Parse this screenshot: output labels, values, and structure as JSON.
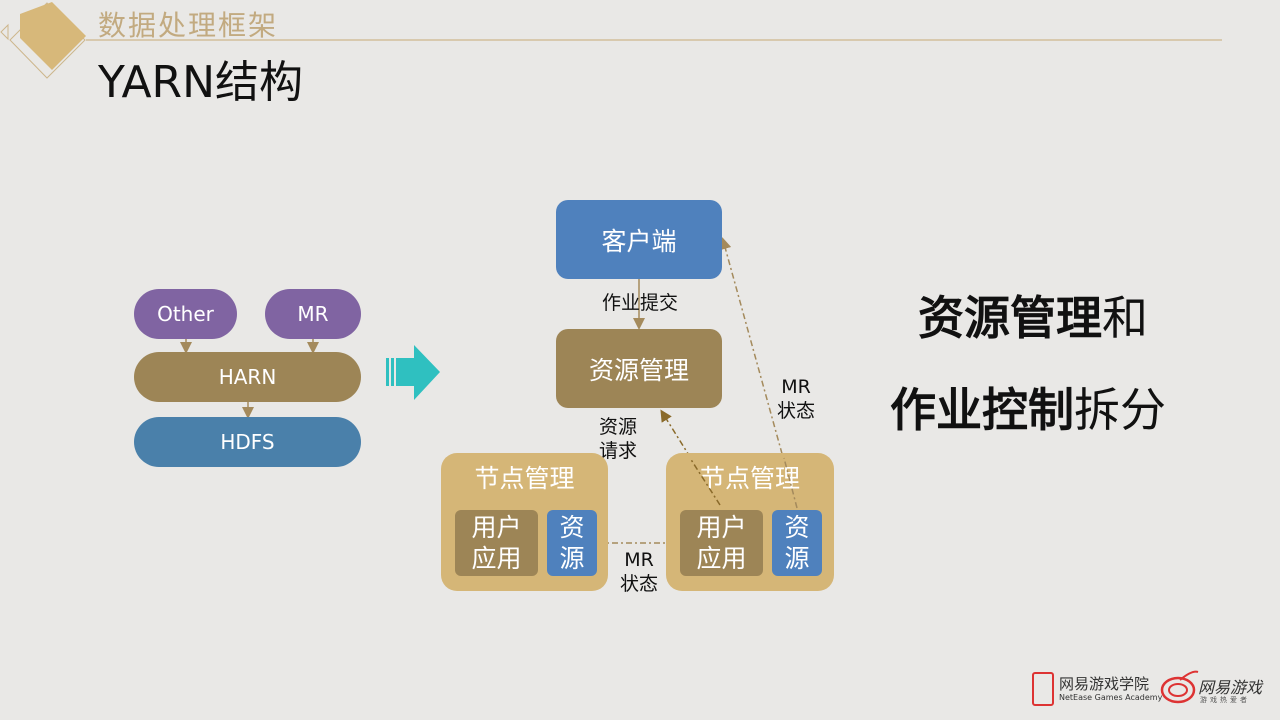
{
  "header": {
    "subtitle": "数据处理框架",
    "title": "YARN结构"
  },
  "left_stack": {
    "other": "Other",
    "mr": "MR",
    "harn": "HARN",
    "hdfs": "HDFS"
  },
  "diagram": {
    "client": "客户端",
    "job_submit": "作业提交",
    "resource_manager": "资源管理",
    "resource_request_1": "资源",
    "resource_request_2": "请求",
    "mr_status_right_1": "MR",
    "mr_status_right_2": "状态",
    "mr_status_mid_1": "MR",
    "mr_status_mid_2": "状态",
    "node_left": {
      "title": "节点管理",
      "app_1": "用户",
      "app_2": "应用",
      "res_1": "资",
      "res_2": "源"
    },
    "node_right": {
      "title": "节点管理",
      "app_1": "用户",
      "app_2": "应用",
      "res_1": "资",
      "res_2": "源"
    }
  },
  "summary": {
    "line1_bold": "资源管理",
    "line1_rest": "和",
    "line2_bold": "作业控制",
    "line2_rest": "拆分"
  },
  "footer": {
    "academy_cn": "网易游戏学院",
    "academy_en": "NetEase Games Academy",
    "games_logo": "网易游戏",
    "games_tagline": "游戏热爱者"
  },
  "colors": {
    "purple": "#8064a2",
    "brown": "#9d8556",
    "blue": "#4f81bd",
    "hdfs_blue": "#4a80aa",
    "node": "#d5b677",
    "cyan": "#2fc0c0",
    "gold": "#d7b87a"
  }
}
